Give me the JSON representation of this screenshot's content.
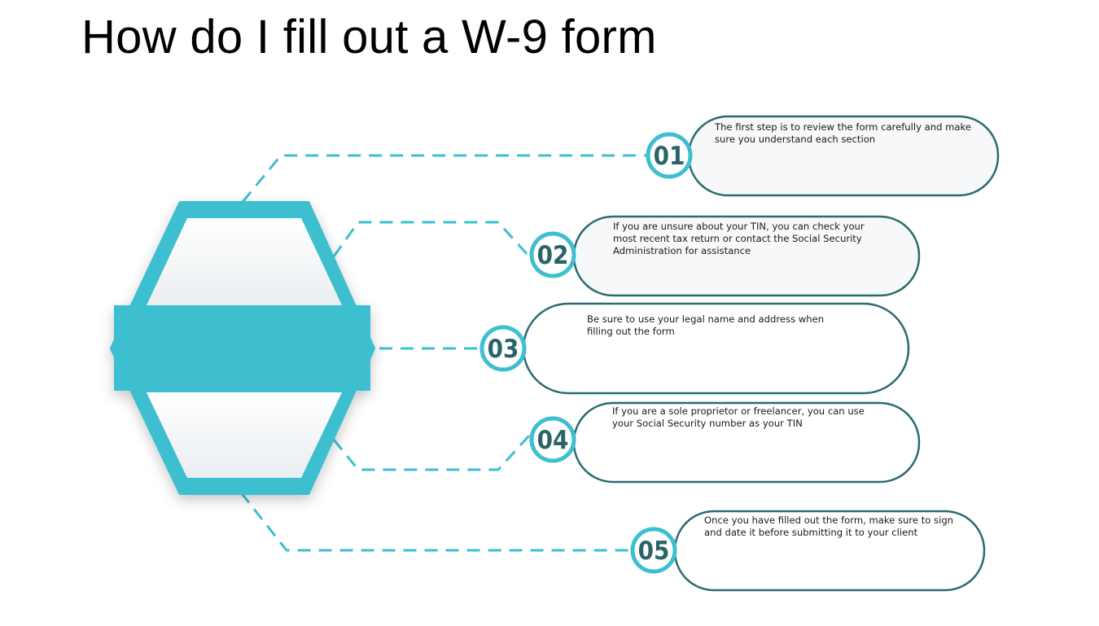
{
  "title": "How do I fill out a W-9 form",
  "colors": {
    "accent": "#3dbfcf",
    "pill_border": "#2b6b70",
    "number": "#2b6468",
    "text": "#1a1a1a"
  },
  "steps": [
    {
      "number": "01",
      "text": "The first step is to review the form carefully and make sure you understand each section"
    },
    {
      "number": "02",
      "text": "If you are unsure about your TIN, you can check your most recent tax return or contact the Social Security Administration for assistance"
    },
    {
      "number": "03",
      "text": "Be sure to use your legal name and address when filling out the form"
    },
    {
      "number": "04",
      "text": "If you are a sole proprietor or freelancer, you can use your Social Security number as your TIN"
    },
    {
      "number": "05",
      "text": "Once you have filled out the form, make sure to sign and date it before submitting it to your client"
    }
  ]
}
